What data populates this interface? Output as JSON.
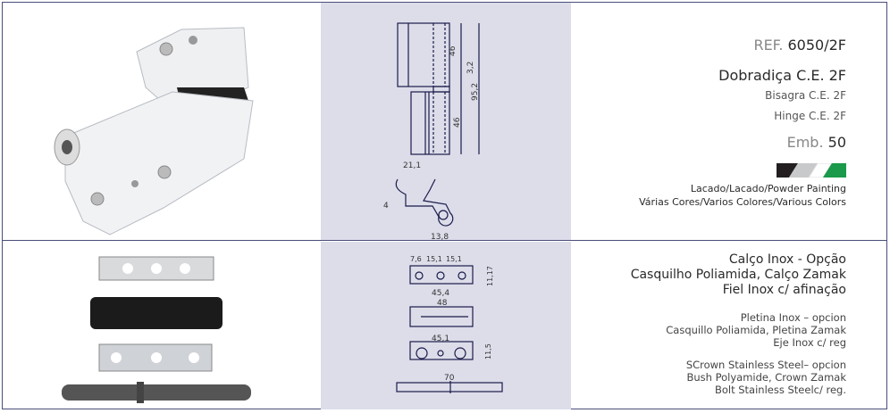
{
  "product": {
    "ref_label": "REF.",
    "ref_value": "6050/2F",
    "name_pt": "Dobradiça C.E. 2F",
    "name_es": "Bisagra C.E.  2F",
    "name_en": "Hinge C.E. 2F",
    "pack_label": "Emb.",
    "pack_value": "50",
    "finish_line1": "Lacado/Lacado/Powder Painting",
    "finish_line2": "Várias Cores/Varios Colores/Various Colors",
    "swatch_colors": [
      "#231f20",
      "#c8c9cb",
      "#ffffff",
      "#1a9a4a"
    ]
  },
  "drawing1": {
    "dims": [
      "46",
      "3,2",
      "95,2",
      "46",
      "21,1",
      "4",
      "13,8"
    ]
  },
  "drawing2": {
    "dims": [
      "7,6",
      "15,1",
      "15,1",
      "11,17",
      "45,4",
      "48",
      "45,1",
      "11,5",
      "70"
    ]
  },
  "components": {
    "pt": [
      "Calço Inox - Opção",
      "Casquilho Poliamida, Calço Zamak",
      "Fiel Inox c/ afinação"
    ],
    "es": [
      "Pletina Inox – opcion",
      "Casquillo Poliamida, Pletina Zamak",
      "Eje Inox c/ reg"
    ],
    "en": [
      "SCrown Stainless Steel– opcion",
      "Bush Polyamide, Crown Zamak",
      "Bolt Stainless Steelc/ reg."
    ]
  }
}
